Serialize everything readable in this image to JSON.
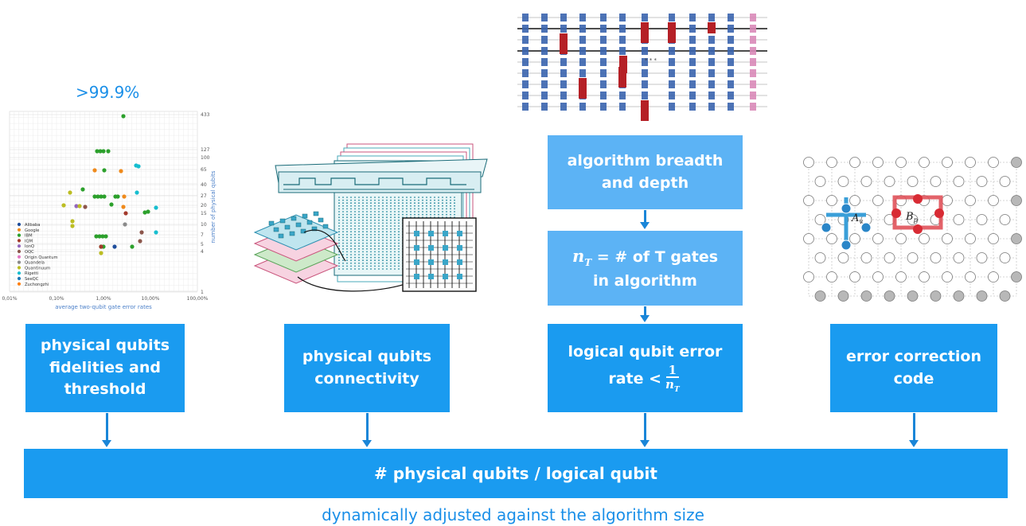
{
  "fidelity_target": ">99.9%",
  "boxes": {
    "fidelity": [
      "physical qubits",
      "fidelities and",
      "threshold"
    ],
    "connectivity": [
      "physical qubits",
      "connectivity"
    ],
    "breadth": [
      "algorithm breadth",
      "and depth"
    ],
    "tgates_line1_rest": " = # of T gates",
    "tgates_line2": "in algorithm",
    "tgates_var": "n",
    "tgates_sub": "T",
    "logical_line1": "logical qubit error",
    "logical_rate": "rate  <",
    "logical_num": "1",
    "logical_den_var": "n",
    "logical_den_sub": "T",
    "ecc": [
      "error correction",
      "code"
    ],
    "result": "# physical qubits / logical qubit"
  },
  "caption": "dynamically adjusted against the algorithm size",
  "scatter": {
    "xlabel": "average two-qubit gate error rates",
    "ylabel": "number of physical qubits",
    "xticks": [
      "0,01%",
      "0,10%",
      "1,00%",
      "10,00%",
      "100,00%"
    ],
    "yticks": [
      "433",
      "127",
      "100",
      "65",
      "40",
      "27",
      "20",
      "15",
      "10",
      "7",
      "5",
      "4",
      "1"
    ],
    "legend": [
      "Alibaba",
      "Google",
      "IBM",
      "IQM",
      "IonQ",
      "OQC",
      "Origin Quantum",
      "Quandela",
      "Quantinuum",
      "Rigetti",
      "SeeQC",
      "Zuchongzhi"
    ],
    "legend_colors": [
      "#1f4e9c",
      "#ef8a1c",
      "#2ca02c",
      "#a33a2c",
      "#9467bd",
      "#8c564b",
      "#e377c2",
      "#8a8a8a",
      "#bcbd22",
      "#17becf",
      "#1f77b4",
      "#ff7f0e"
    ]
  },
  "surface_code": {
    "vertex_label": "A",
    "vertex_sub": "v",
    "plaquette_label": "B",
    "plaquette_sub": "p"
  },
  "colors": {
    "box": "#1a9bf0",
    "box_light": "#5cb3f5",
    "arrow": "#1a86d8",
    "text_accent": "#1a8fe8"
  }
}
